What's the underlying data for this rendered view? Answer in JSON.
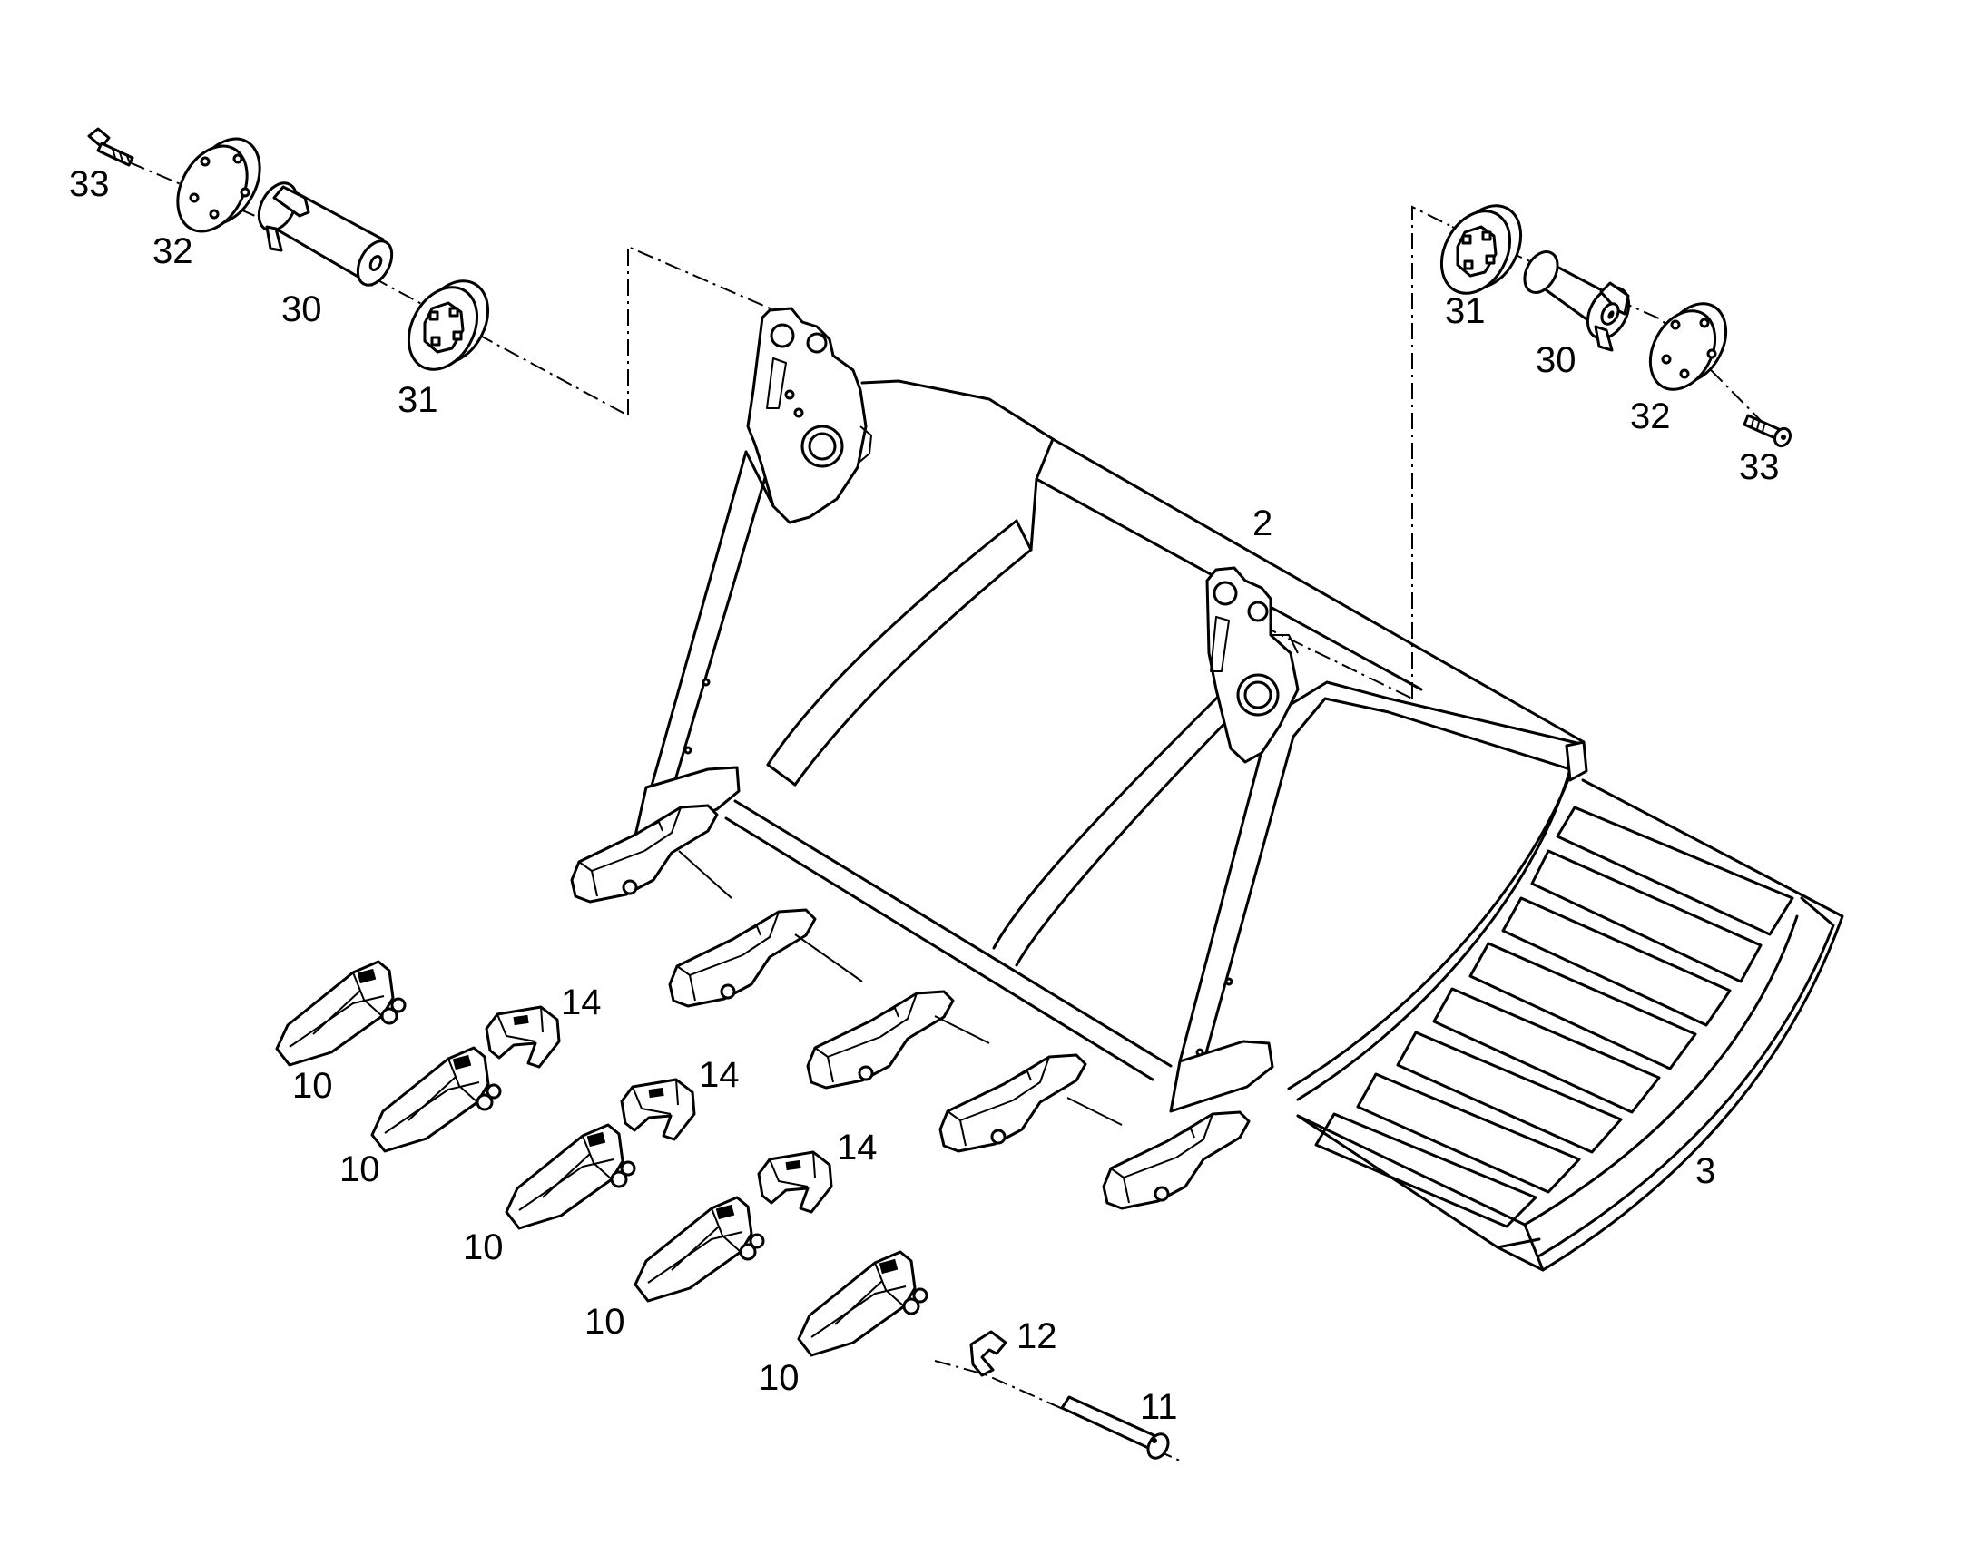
{
  "callouts": {
    "bucket": "2",
    "cutting_edge": "3",
    "tooth_1": "10",
    "tooth_2": "10",
    "tooth_3": "10",
    "tooth_4": "10",
    "tooth_5": "10",
    "pin": "11",
    "retainer": "12",
    "cap_1": "14",
    "cap_2": "14",
    "cap_3": "14",
    "left_shaft": "30",
    "left_ring": "31",
    "left_plate": "32",
    "left_bolt": "33",
    "right_shaft": "30",
    "right_ring": "31",
    "right_plate": "32",
    "right_bolt": "33"
  }
}
